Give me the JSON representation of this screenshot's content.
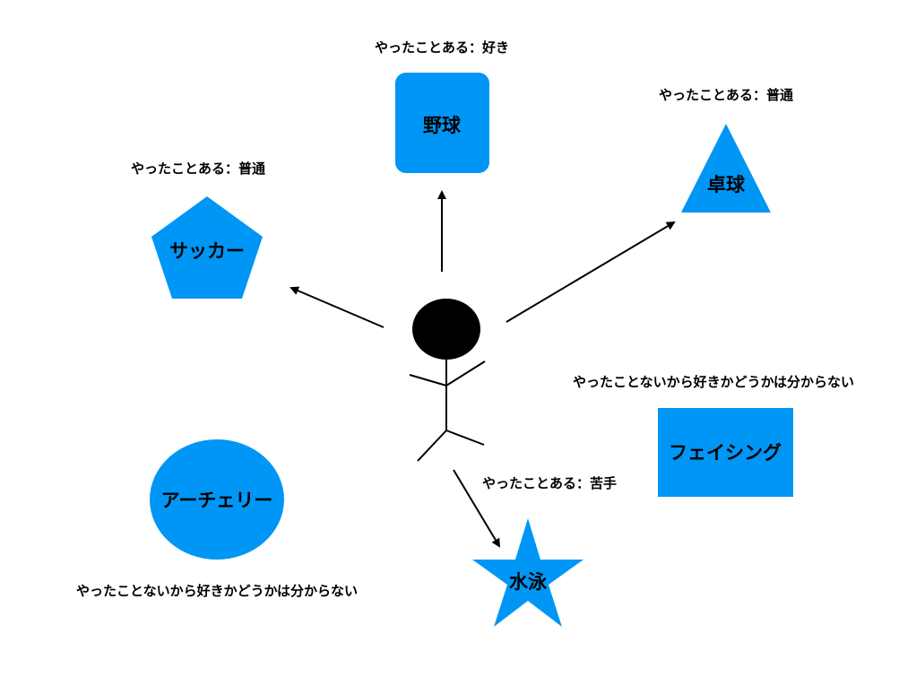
{
  "colors": {
    "shape_fill": "#0096f5",
    "line": "#000000",
    "background": "#ffffff"
  },
  "person": {
    "icon": "stick-figure-icon"
  },
  "nodes": {
    "baseball": {
      "label": "野球",
      "caption": "やったことある：好き"
    },
    "table_tennis": {
      "label": "卓球",
      "caption": "やったことある：普通"
    },
    "soccer": {
      "label": "サッカー",
      "caption": "やったことある：普通"
    },
    "fencing": {
      "label": "フェイシング",
      "caption": "やったことないから好きかどうかは分からない"
    },
    "archery": {
      "label": "アーチェリー",
      "caption": "やったことないから好きかどうかは分からない"
    },
    "swimming": {
      "label": "水泳",
      "caption": "やったことある：苦手"
    }
  }
}
